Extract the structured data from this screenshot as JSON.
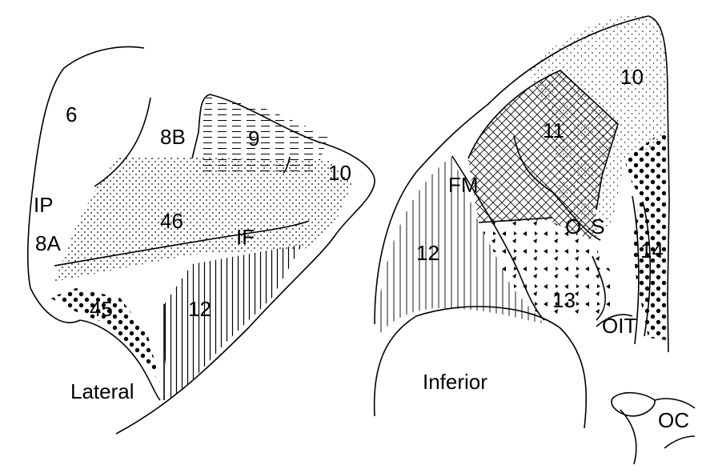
{
  "figure": {
    "colors": {
      "ink": "#000000",
      "background": "#ffffff"
    },
    "lateral_view": {
      "view_label": "Lateral",
      "areas": {
        "area_6": "6",
        "area_8B": "8B",
        "area_9": "9",
        "area_10": "10",
        "area_IP": "IP",
        "area_46": "46",
        "area_IF": "IF",
        "area_8A": "8A",
        "area_45": "45",
        "area_12": "12"
      }
    },
    "inferior_view": {
      "view_label": "Inferior",
      "areas": {
        "area_10": "10",
        "area_11": "11",
        "area_FM": "FM",
        "area_12": "12",
        "area_OS": "OS",
        "area_14": "14",
        "area_13": "13",
        "area_OIT": "OIT",
        "area_OC": "OC"
      }
    }
  }
}
